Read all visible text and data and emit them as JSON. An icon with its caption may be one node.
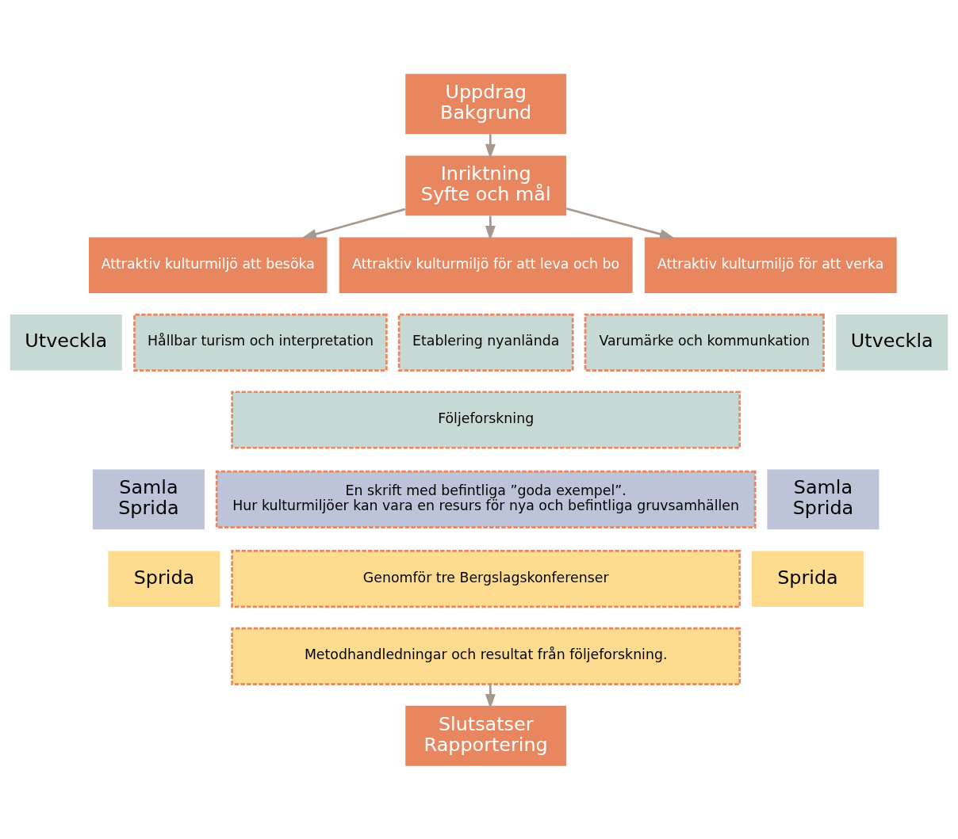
{
  "diagram": {
    "nodes": [
      {
        "text": [
          "Uppdrag",
          "Bakgrund"
        ]
      },
      {
        "text": [
          "Inriktning",
          "Syfte och mål"
        ]
      },
      {
        "text": [
          "Attraktiv kulturmiljö att besöka"
        ]
      },
      {
        "text": [
          "Attraktiv kulturmiljö för att leva och bo"
        ]
      },
      {
        "text": [
          "Attraktiv kulturmiljö för att verka"
        ]
      },
      {
        "text": [
          "Utveckla"
        ]
      },
      {
        "text": [
          "Hållbar turism och interpretation"
        ]
      },
      {
        "text": [
          "Etablering nyanlända"
        ]
      },
      {
        "text": [
          "Varumärke och kommunkation"
        ]
      },
      {
        "text": [
          "Utveckla"
        ]
      },
      {
        "text": [
          "Följeforskning"
        ]
      },
      {
        "text": [
          "Samla",
          "Sprida"
        ]
      },
      {
        "text": [
          "En skrift med befintliga ”goda exempel”.",
          "Hur kulturmiljöer kan vara en resurs för nya och befintliga gruvsamhällen"
        ]
      },
      {
        "text": [
          "Samla",
          "Sprida"
        ]
      },
      {
        "text": [
          "Sprida"
        ]
      },
      {
        "text": [
          "Genomför tre Bergslagskonferenser"
        ]
      },
      {
        "text": [
          "Sprida"
        ]
      },
      {
        "text": [
          "Metodhandledningar och resultat från följeforskning."
        ]
      },
      {
        "text": [
          "Slutsatser",
          "Rapportering"
        ]
      }
    ],
    "edges": [
      {
        "from": 0,
        "to": 1,
        "arrow": "to"
      },
      {
        "from": 1,
        "to": 2,
        "arrow": "to"
      },
      {
        "from": 1,
        "to": 3,
        "arrow": "to"
      },
      {
        "from": 1,
        "to": 4,
        "arrow": "to"
      },
      {
        "from": 17,
        "to": 18,
        "arrow": "to"
      }
    ]
  }
}
